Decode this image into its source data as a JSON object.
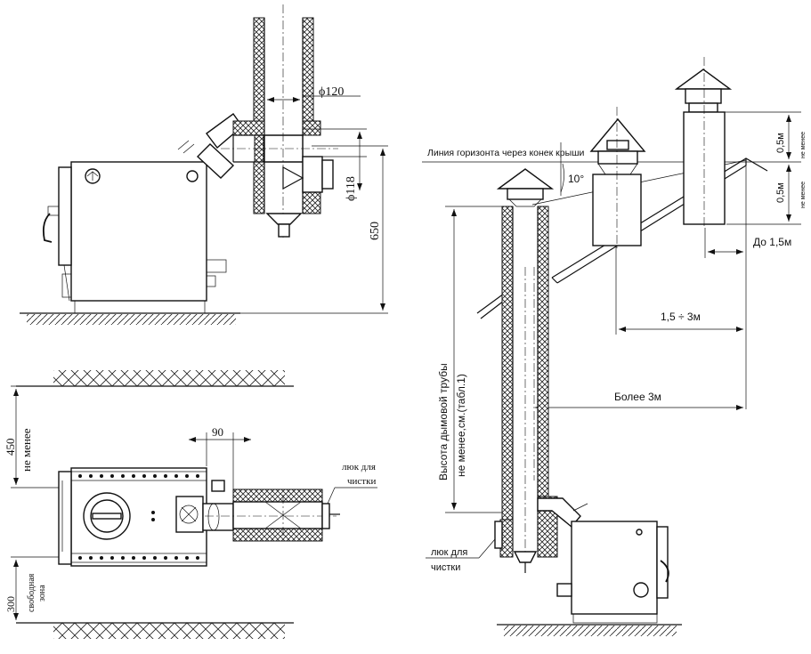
{
  "labels": {
    "d120": "120",
    "d118": "118",
    "h650": "650",
    "w90": "90",
    "h450": "450",
    "ne_menee_v": "не менее",
    "h300": "300",
    "svobodnaya": "свободная",
    "zona": "зона",
    "lyuk_top_1": "люк для",
    "lyuk_top_2": "чистки",
    "horizon": "Линия горизонта через конек крыши",
    "deg10": "10°",
    "m05_top": "0,5м",
    "ne_menee_small_top": "не менее",
    "m05_bottom": "0,5м",
    "ne_menee_small_bottom": "не менее",
    "do15": "До 1,5м",
    "range15_3": "1,5 ÷ 3м",
    "bolee3": "Более 3м",
    "height_1": "Высота дымовой трубы",
    "height_2": "не менее,см.(табл.1)",
    "lyuk_bot_1": "люк для",
    "lyuk_bot_2": "чистки"
  }
}
